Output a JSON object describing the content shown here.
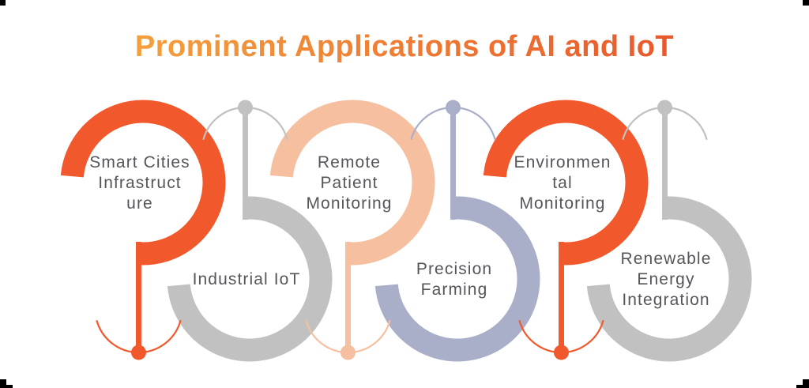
{
  "title": {
    "text": "Prominent Applications of AI and IoT",
    "gradient_start": "#F5A53D",
    "gradient_end": "#E7532B"
  },
  "diagram": {
    "background": "#FFFFFF",
    "label_color": "#55565B",
    "corner_mark_color": "#000000"
  },
  "items": [
    {
      "id": "smart-cities",
      "label": "Smart Cities Infrastructure",
      "lines": [
        "Smart Cities",
        "Infrastruct",
        "ure"
      ],
      "color": "#F1582B",
      "position": "top"
    },
    {
      "id": "industrial-iot",
      "label": "Industrial IoT",
      "lines": [
        "Industrial IoT"
      ],
      "color": "#C2C1C1",
      "position": "bottom"
    },
    {
      "id": "remote-patient",
      "label": "Remote Patient Monitoring",
      "lines": [
        "Remote",
        "Patient",
        "Monitoring"
      ],
      "color": "#F5BFA0",
      "position": "top"
    },
    {
      "id": "precision-farming",
      "label": "Precision Farming",
      "lines": [
        "Precision",
        "Farming"
      ],
      "color": "#A9AFC9",
      "position": "bottom"
    },
    {
      "id": "environmental-monitoring",
      "label": "Environmental Monitoring",
      "lines": [
        "Environmen",
        "tal",
        "Monitoring"
      ],
      "color": "#F1582B",
      "position": "top"
    },
    {
      "id": "renewable-energy",
      "label": "Renewable Energy Integration",
      "lines": [
        "Renewable",
        "Energy",
        "Integration"
      ],
      "color": "#C2C1C1",
      "position": "bottom"
    }
  ]
}
